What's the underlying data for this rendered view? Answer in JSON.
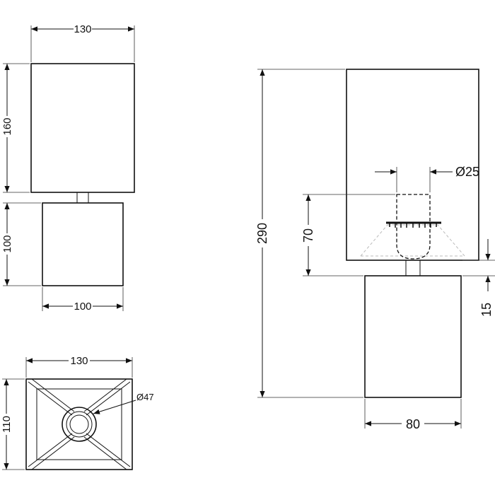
{
  "front_view": {
    "shade_width": "130",
    "shade_height": "160",
    "base_height": "100",
    "base_width": "100"
  },
  "top_view": {
    "width": "130",
    "depth": "110",
    "hole_diameter": "Ø47"
  },
  "side_view": {
    "total_height": "290",
    "socket_diameter": "Ø25",
    "socket_height": "70",
    "neck_height": "15",
    "base_width": "80"
  }
}
